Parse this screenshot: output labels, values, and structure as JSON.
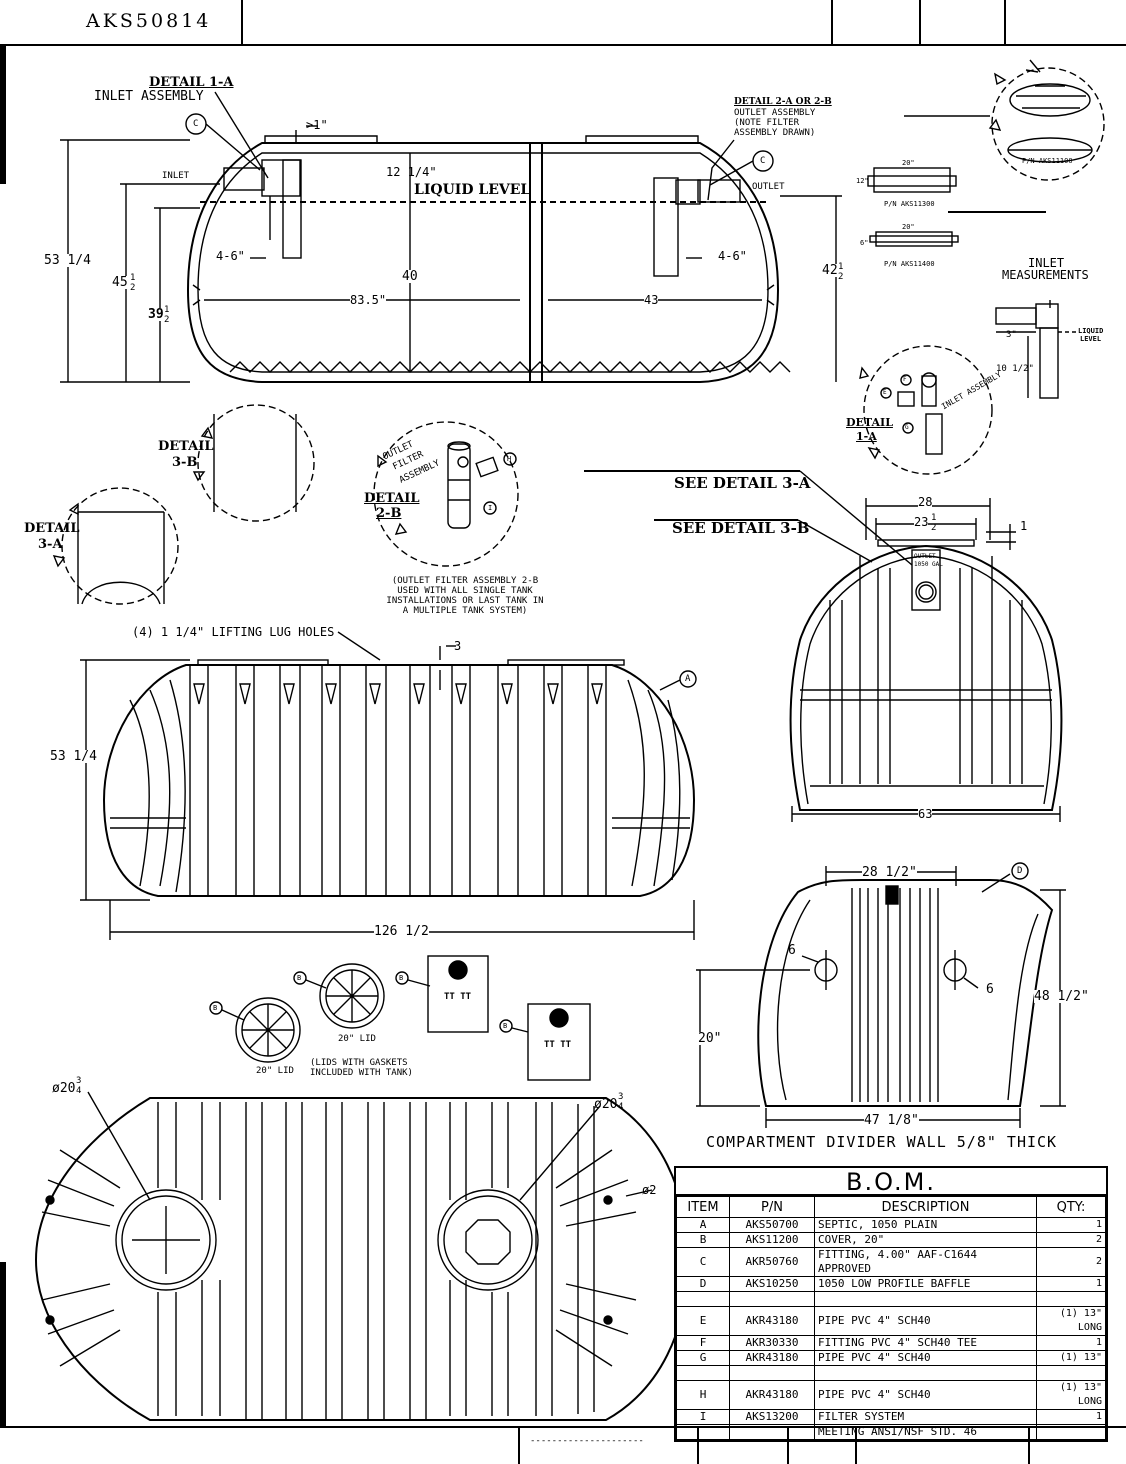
{
  "drawing": {
    "number": "AKS50814"
  },
  "side_view": {
    "detail_1a_title": "DETAIL 1-A",
    "inlet_assembly": "INLET ASSEMBLY",
    "detail_2_title": "DETAIL 2-A OR 2-B",
    "outlet_assembly": "OUTLET ASSEMBLY",
    "note_filter": "(NOTE FILTER",
    "assembly_drawn": "ASSEMBLY DRAWN)",
    "clearance": ">1\"",
    "inlet": "INLET",
    "outlet": "OUTLET",
    "dim_top": "12 1/4\"",
    "liquid_level": "LIQUID LEVEL",
    "dim_53": "53 1/4",
    "dim_45": "45",
    "dim_39": "39",
    "dim_42": "42",
    "half": "1",
    "half_den": "2",
    "dim_40": "40",
    "dim_inlet_baffle": "4-6\"",
    "dim_outlet_baffle": "4-6\"",
    "dim_83": "83.5\"",
    "dim_43": "43",
    "callout_c": "C"
  },
  "lids": {
    "pn_11100": "P/N AKS11100",
    "dim_20a": "20\"",
    "dim_12": "12\"",
    "pn_11300": "P/N AKS11300",
    "dim_20b": "20\"",
    "dim_6": "6\"",
    "pn_11400": "P/N AKS11400"
  },
  "inlet_meas": {
    "title_1": "INLET",
    "title_2": "MEASUREMENTS",
    "dim_3": "3\"",
    "liquid_1": "LIQUID",
    "liquid_2": "LEVEL",
    "dim_10": "10 1/2\""
  },
  "detail_1a": {
    "title_1": "DETAIL",
    "title_2": "1-A",
    "label": "INLET ASSEMBLY",
    "e": "E",
    "f": "F",
    "g": "G"
  },
  "detail_3b": {
    "title_1": "DETAIL",
    "title_2": "3-B"
  },
  "detail_3a": {
    "title_1": "DETAIL",
    "title_2": "3-A"
  },
  "detail_2b": {
    "title_1": "DETAIL",
    "title_2": "2-B",
    "label_1": "OUTLET",
    "label_2": "FILTER",
    "label_3": "ASSEMBLY",
    "h": "H",
    "i": "I",
    "note_1": "(OUTLET FILTER ASSEMBLY 2-B",
    "note_2": "USED WITH ALL SINGLE TANK",
    "note_3": "INSTALLATIONS OR LAST TANK IN",
    "note_4": "A MULTIPLE TANK SYSTEM)"
  },
  "see_details": {
    "a": "SEE DETAIL 3-A",
    "b": "SEE DETAIL 3-B"
  },
  "end_view": {
    "dim_28": "28",
    "dim_23": "23",
    "dim_1": "1",
    "outlet_tag_1": "OUTLET",
    "outlet_tag_2": "1050 GAL",
    "dim_63": "63"
  },
  "front_view": {
    "lifting_lugs": "(4) 1 1/4\" LIFTING LUG HOLES",
    "dim_3": "3",
    "dim_53": "53 1/4",
    "dim_126": "126 1/2",
    "callout_a": "A"
  },
  "divider": {
    "dim_28": "28 1/2\"",
    "callout_d": "D",
    "hole_a": "6",
    "hole_b": "6",
    "dim_48": "48 1/2\"",
    "dim_20": "20\"",
    "dim_47": "47 1/8\"",
    "caption": "COMPARTMENT DIVIDER WALL 5/8\" THICK"
  },
  "lid_pics": {
    "b1": "B",
    "b2": "B",
    "b3": "B",
    "b4": "B",
    "lid_a": "20\" LID",
    "lid_b": "20\" LID",
    "note_1": "(LIDS WITH GASKETS",
    "note_2": "INCLUDED WITH TANK)",
    "card_tt": "TT TT"
  },
  "plan_view": {
    "d1": "ø20",
    "d2": "ø20",
    "frac_num": "3",
    "frac_den": "4",
    "d3": "ø2"
  },
  "bom": {
    "title": "B.O.M.",
    "headers": [
      "ITEM",
      "P/N",
      "DESCRIPTION",
      "QTY:"
    ],
    "rows": [
      [
        "A",
        "AKS50700",
        "SEPTIC, 1050 PLAIN",
        "1"
      ],
      [
        "B",
        "AKS11200",
        "COVER, 20\"",
        "2"
      ],
      [
        "C",
        "AKR50760",
        "FITTING, 4.00\" AAF-C1644 APPROVED",
        "2"
      ],
      [
        "D",
        "AKS10250",
        "1050 LOW PROFILE BAFFLE",
        "1"
      ],
      [
        "",
        "",
        "",
        ""
      ],
      [
        "E",
        "AKR43180",
        "PIPE PVC 4\" SCH40",
        "(1) 13\" LONG"
      ],
      [
        "F",
        "AKR30330",
        "FITTING PVC 4\" SCH40 TEE",
        "1"
      ],
      [
        "G",
        "AKR43180",
        "PIPE PVC 4\" SCH40",
        "(1) 13\""
      ],
      [
        "",
        "",
        "",
        ""
      ],
      [
        "H",
        "AKR43180",
        "PIPE PVC 4\" SCH40",
        "(1) 13\" LONG"
      ],
      [
        "I",
        "AKS13200",
        "FILTER SYSTEM",
        "1"
      ],
      [
        "",
        "",
        "MEETING ANSI/NSF STD. 46",
        ""
      ]
    ]
  },
  "footer": {
    "dashes": "---------------------"
  }
}
